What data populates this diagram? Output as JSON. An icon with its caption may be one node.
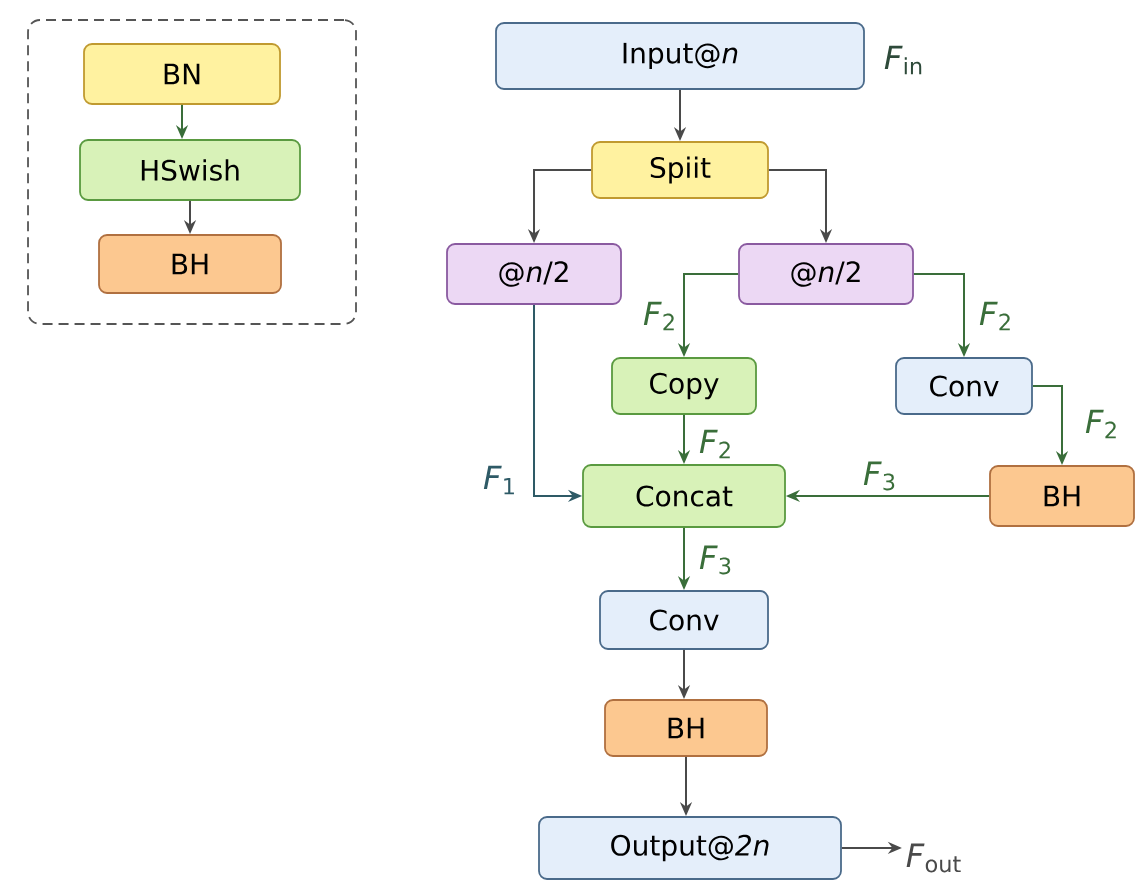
{
  "diagram": {
    "nodes": [
      {
        "text": [],
        "shape": "box"
      },
      {
        "text": [
          "BN"
        ],
        "in": 0
      },
      {
        "text": [
          "HSwish"
        ],
        "in": 0
      },
      {
        "text": [
          "BH"
        ],
        "in": 0
      },
      {
        "text": [
          "Input@*n*"
        ],
        "beside": [
          "*F*$_{in}$"
        ]
      },
      {
        "text": [
          "Spiit"
        ]
      },
      {
        "text": [
          "@*n*/2"
        ]
      },
      {
        "text": [
          "@*n*/2"
        ]
      },
      {
        "text": [
          "Copy"
        ]
      },
      {
        "text": [
          "Conv"
        ]
      },
      {
        "text": [
          "Concat"
        ]
      },
      {
        "text": [
          "BH"
        ]
      },
      {
        "text": [
          "Conv"
        ]
      },
      {
        "text": [
          "BH"
        ]
      },
      {
        "text": [
          "Output@*2n*"
        ]
      }
    ],
    "edges": [
      {
        "from": 1,
        "to": 2,
        "arrow": "to",
        "color": "#3a6e3a"
      },
      {
        "from": 2,
        "to": 3,
        "arrow": "to"
      },
      {
        "from": 4,
        "to": 5,
        "arrow": "to"
      },
      {
        "from": 5,
        "to": 6,
        "arrow": "to"
      },
      {
        "from": 5,
        "to": 7,
        "arrow": "to"
      },
      {
        "from": 7,
        "to": 8,
        "arrow": "to",
        "label": "*F*$_{2}$",
        "color": "#3a6e3a"
      },
      {
        "from": 7,
        "to": 9,
        "arrow": "to",
        "label": "*F*$_{2}$",
        "color": "#3a6e3a"
      },
      {
        "from": 9,
        "to": 11,
        "arrow": "to",
        "label": "*F*$_{2}$",
        "color": "#3a6e3a"
      },
      {
        "from": 8,
        "to": 10,
        "arrow": "to",
        "label": "*F*$_{2}$",
        "color": "#3a6e3a"
      },
      {
        "from": 6,
        "to": 10,
        "arrow": "to",
        "label": "*F*$_{1}$",
        "color": "#2e5a66"
      },
      {
        "from": 11,
        "to": 10,
        "arrow": "to",
        "label": "*F*$_{3}$",
        "color": "#3a6e3a"
      },
      {
        "from": 10,
        "to": 12,
        "arrow": "to",
        "label": "*F*$_{3}$",
        "color": "#3a6e3a"
      },
      {
        "from": 12,
        "to": 13,
        "arrow": "to"
      },
      {
        "from": 13,
        "to": 14,
        "arrow": "to"
      },
      {
        "from": 14,
        "to": null,
        "arrow": "to",
        "label": "*F*$_{out}$"
      }
    ]
  }
}
